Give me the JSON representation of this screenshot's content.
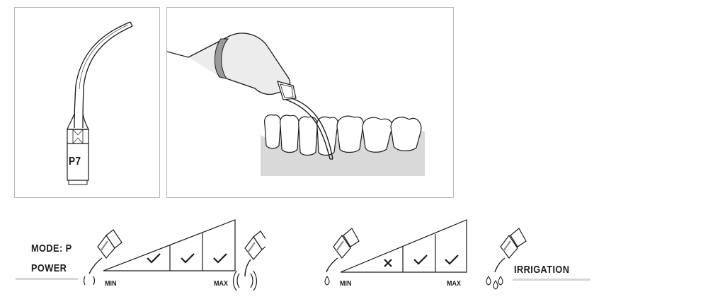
{
  "tip": {
    "code": "P7"
  },
  "legend": {
    "mode_label": "MODE: P",
    "power_label": "POWER",
    "irrigation_label": "IRRIGATION"
  },
  "power_scale": {
    "min_label": "MIN",
    "max_label": "MAX",
    "levels": [
      "check",
      "check",
      "check"
    ]
  },
  "irrigation_scale": {
    "min_label": "MIN",
    "max_label": "MAX",
    "levels": [
      "cross",
      "check",
      "check"
    ]
  },
  "colors": {
    "line": "#1a1a1a",
    "frame": "#b8b8b8",
    "gum": "#d9d9d9",
    "ring": "#9a9a9a"
  }
}
